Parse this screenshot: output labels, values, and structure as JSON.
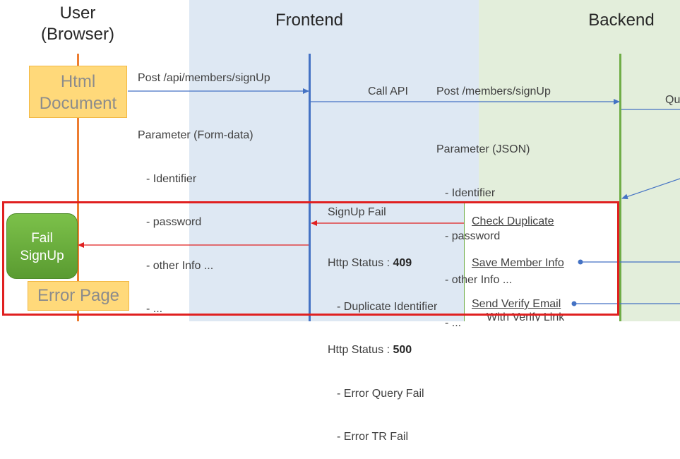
{
  "lanes": {
    "user_line1": "User",
    "user_line2": "(Browser)",
    "frontend": "Frontend",
    "backend": "Backend"
  },
  "boxes": {
    "html_document_line1": "Html",
    "html_document_line2": "Document",
    "fail_signup_line1": "Fail",
    "fail_signup_line2": "SignUp",
    "error_page": "Error Page"
  },
  "request": {
    "browser_call": "Post /api/members/signUp",
    "params_title": "Parameter (Form-data)",
    "params": [
      "- Identifier",
      "- password",
      "- other Info ...",
      "- ..."
    ],
    "call_api": "Call API",
    "backend_call": "Post /members/signUp",
    "json_title": "Parameter (JSON)",
    "json_params": [
      "- Identifier",
      "- password",
      "- other Info ...",
      "- ..."
    ],
    "query_fragment": "Qu"
  },
  "failure": {
    "signup_fail": "SignUp Fail",
    "status1_label": "Http Status : ",
    "status1_code": "409",
    "status1_reason": "- Duplicate Identifier",
    "status2_label": "Http Status : ",
    "status2_code": "500",
    "status2_reason1": "- Error Query Fail",
    "status2_reason2": "- Error TR Fail"
  },
  "backend_steps": {
    "check_duplicate": "Check Duplicate",
    "save_member": "Save Member Info",
    "send_email": "Send Verify Email",
    "with_link": "With Verify Link"
  },
  "colors": {
    "frontend_lane": "#dee8f3",
    "backend_lane": "#e3eedb",
    "user_lifeline": "#ed7d31",
    "frontend_lifeline": "#4472c4",
    "backend_lifeline": "#70ad47",
    "highlight": "#e02020"
  }
}
